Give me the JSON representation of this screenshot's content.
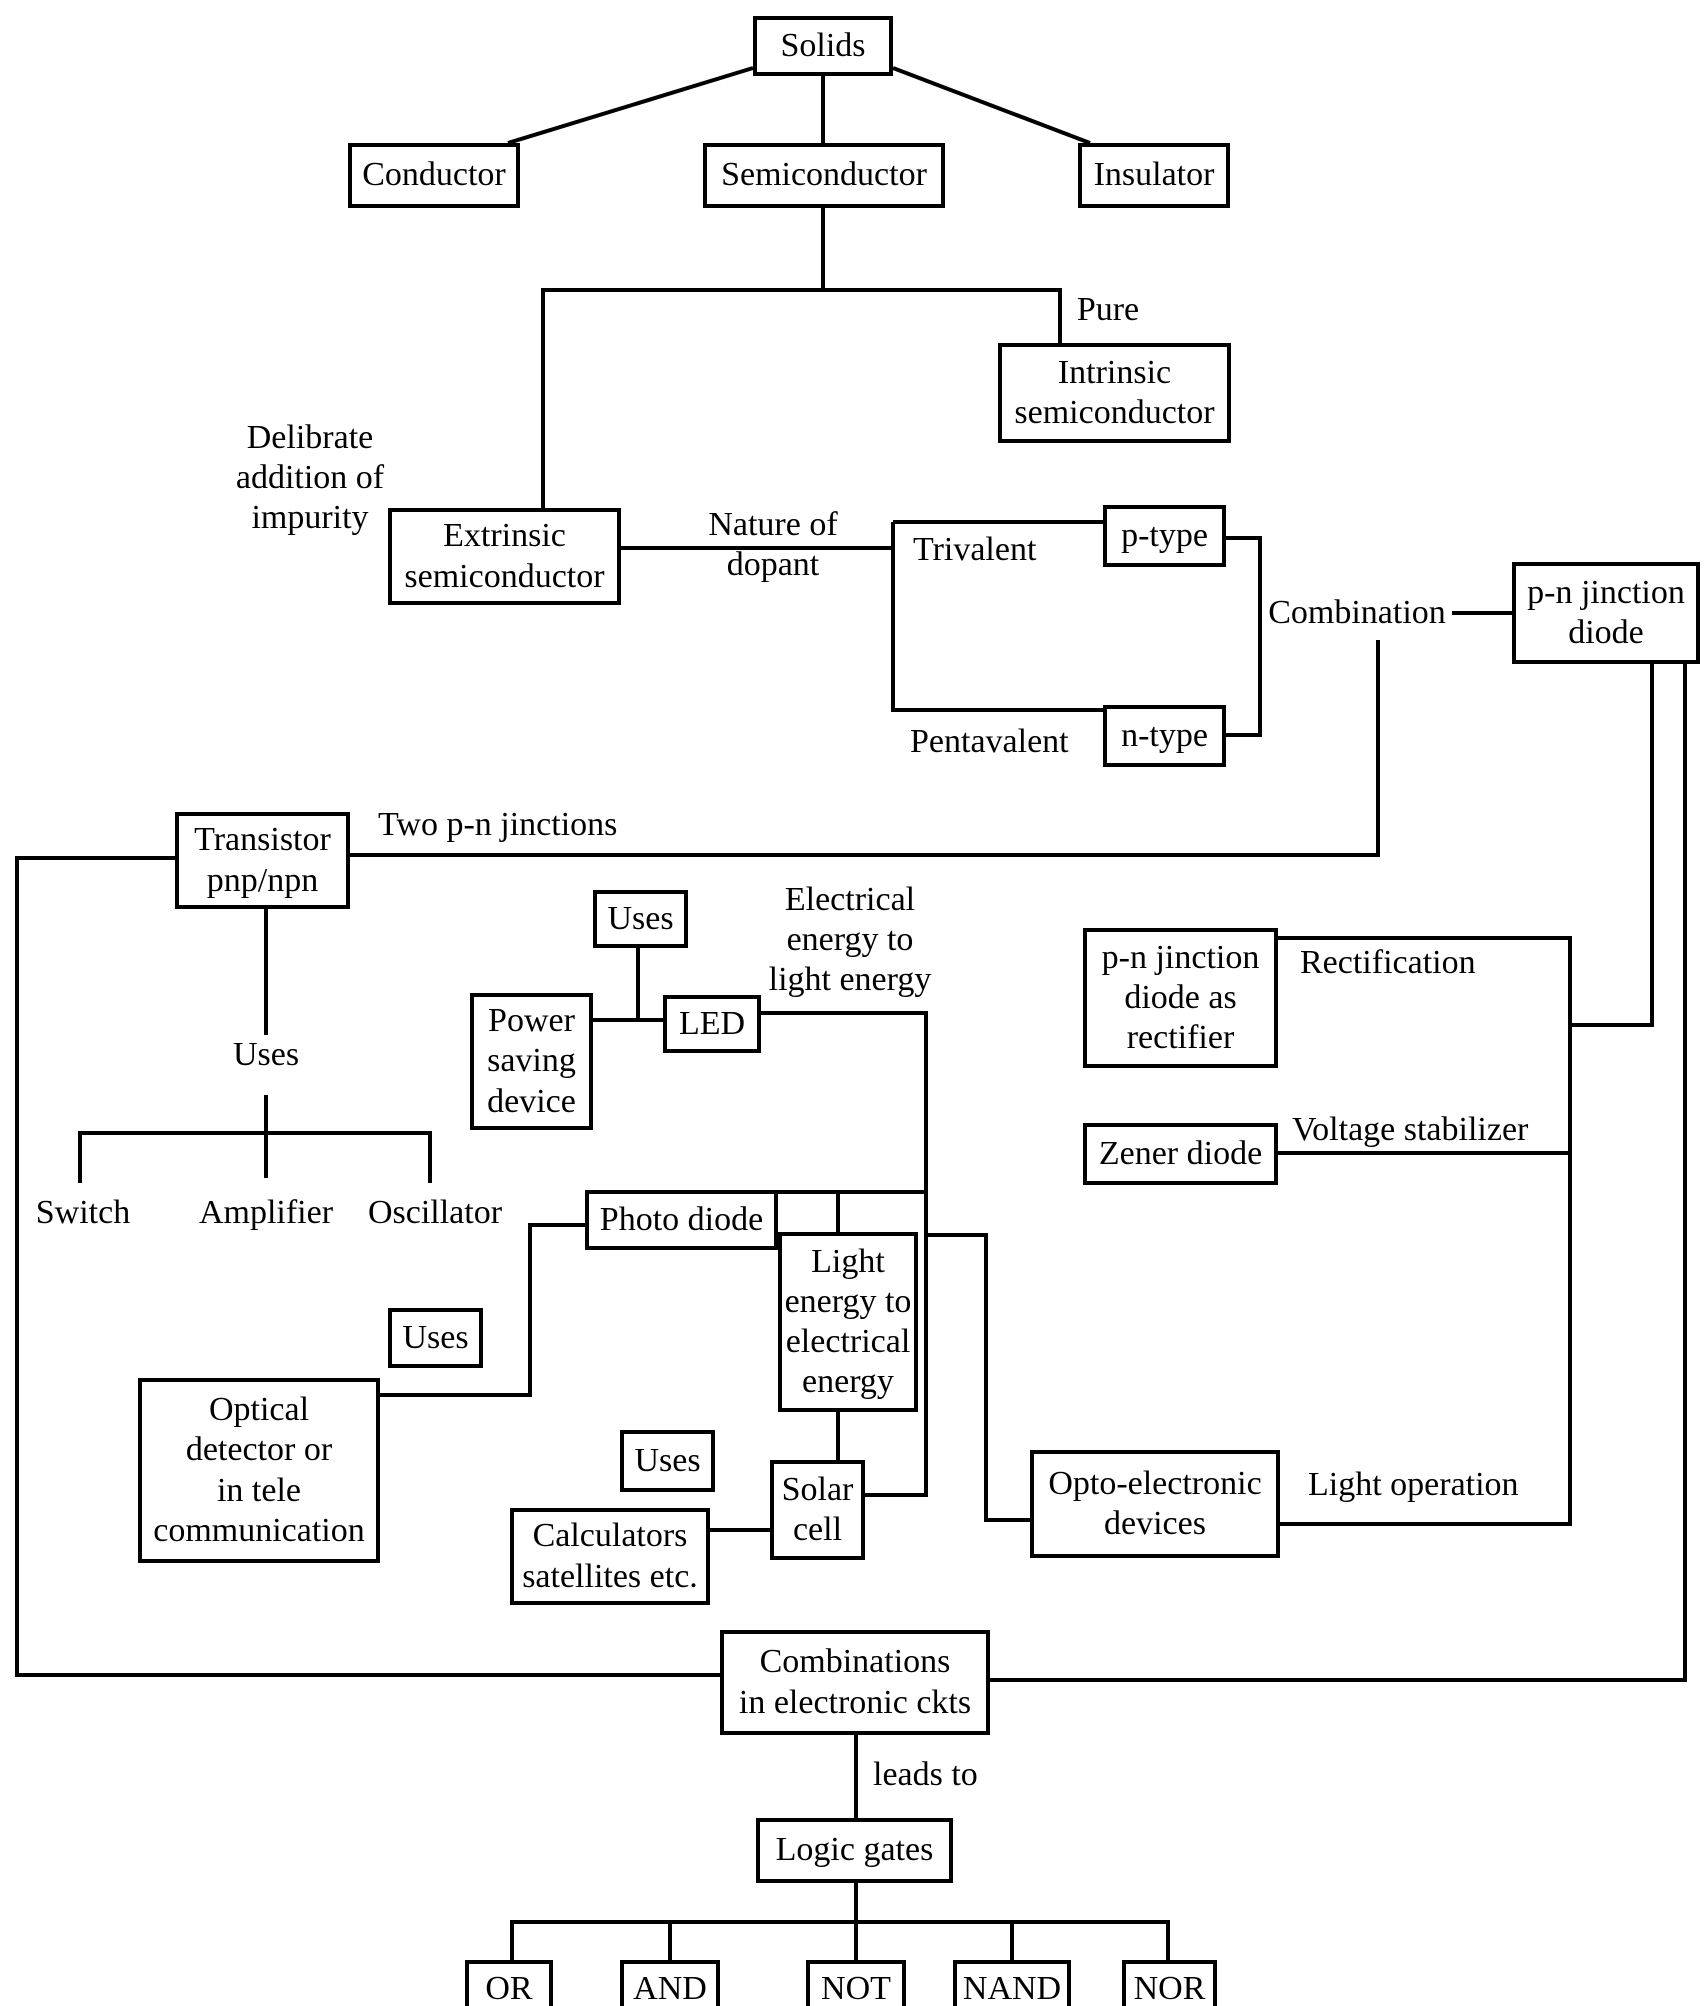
{
  "nodes": {
    "solids": "Solids",
    "conductor": "Conductor",
    "semiconductor": "Semiconductor",
    "insulator": "Insulator",
    "intrinsic": "Intrinsic\nsemiconductor",
    "extrinsic": "Extrinsic\nsemiconductor",
    "p_type": "p-type",
    "n_type": "n-type",
    "pn_diode": "p-n jinction\ndiode",
    "transistor": "Transistor\npnp/npn",
    "uses_led": "Uses",
    "power_saving": "Power\nsaving\ndevice",
    "led": "LED",
    "pn_rectifier": "p-n jinction\ndiode as\nrectifier",
    "zener": "Zener diode",
    "photo_diode": "Photo diode",
    "light_to_electrical": "Light\nenergy to\nelectrical\nenergy",
    "uses_photo": "Uses",
    "optical_detector": "Optical\ndetector or\nin tele\ncommunication",
    "uses_solar": "Uses",
    "solar_cell": "Solar\ncell",
    "calculators": "Calculators\nsatellites etc.",
    "opto": "Opto-electronic\ndevices",
    "combinations": "Combinations\nin electronic ckts",
    "logic_gates": "Logic gates",
    "or": "OR",
    "and": "AND",
    "not": "NOT",
    "nand": "NAND",
    "nor": "NOR"
  },
  "labels": {
    "pure": "Pure",
    "deliberate": "Delibrate\naddition of\nimpurity",
    "nature_of_dopant": "Nature of\ndopant",
    "trivalent": "Trivalent",
    "pentavalent": "Pentavalent",
    "combination": "Combination",
    "two_pn": "Two p-n jinctions",
    "uses_transistor": "Uses",
    "switch": "Switch",
    "amplifier": "Amplifier",
    "oscillator": "Oscillator",
    "electrical_to_light": "Electrical\nenergy to\nlight energy",
    "rectification": "Rectification",
    "voltage_stabilizer": "Voltage stabilizer",
    "light_operation": "Light operation",
    "leads_to": "leads to"
  }
}
